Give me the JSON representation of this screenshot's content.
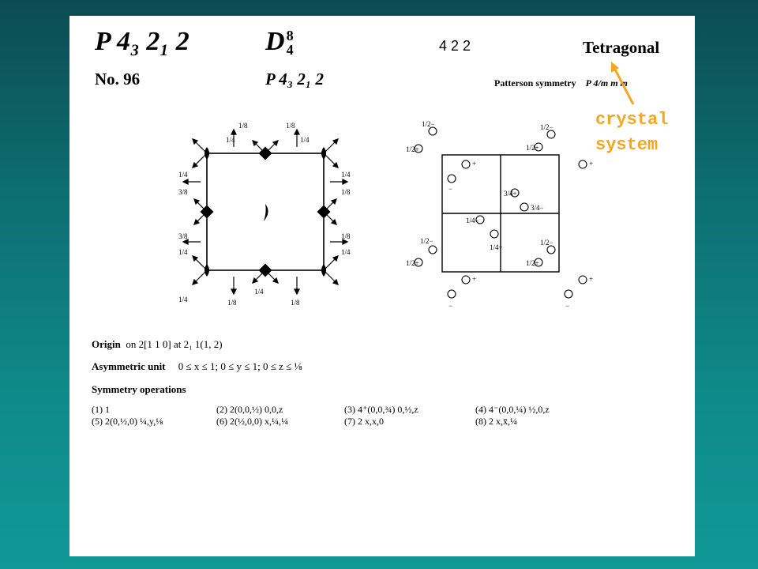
{
  "header": {
    "hm_symbol": "P 4₃ 2₁ 2",
    "schoenflies": "D",
    "schoenflies_sup": "8",
    "schoenflies_sub": "4",
    "point_group": "4 2 2",
    "crystal_system": "Tetragonal",
    "number": "No. 96",
    "full_symbol": "P 4₃ 2₁ 2",
    "patterson_label": "Patterson symmetry",
    "patterson_value": "P 4/m m m"
  },
  "annotation": {
    "line1": "crystal",
    "line2": "system",
    "color": "#f5a623"
  },
  "diagram_left": {
    "labels": {
      "top1": "1/4",
      "top2": "1/8",
      "top3": "1/8",
      "top4": "1/4",
      "left1": "1/4",
      "left2": "3/8",
      "left3": "3/8",
      "left4": "1/4",
      "right1": "1/4",
      "right2": "1/8",
      "right3": "1/8",
      "right4": "1/4",
      "bot1": "1/4",
      "bot2": "1/8",
      "bot3": "1/4",
      "bot4": "1/8"
    }
  },
  "diagram_right": {
    "labels": {
      "a": "1/2−",
      "b": "1/2+",
      "c": "+",
      "d": "−",
      "e": "3/4+",
      "f": "3/4−",
      "g": "1/4−",
      "h": "1/2−",
      "i": "1/4+",
      "j": "1/2+"
    }
  },
  "origin": {
    "label": "Origin",
    "text": "on 2[1 1 0] at 2₁ 1(1, 2)"
  },
  "asymmetric_unit": {
    "label": "Asymmetric unit",
    "text": "0 ≤ x ≤ 1;   0 ≤ y ≤ 1;   0 ≤ z ≤ ⅛"
  },
  "symmetry_operations": {
    "label": "Symmetry operations",
    "row1": [
      "(1)  1",
      "(2)  2(0,0,½)   0,0,z",
      "(3)  4⁺(0,0,¾)   0,½,z",
      "(4)  4⁻(0,0,¼)   ½,0,z"
    ],
    "row2": [
      "(5)  2(0,½,0)   ¼,y,⅛",
      "(6)  2(½,0,0)   x,¼,¼",
      "(7)  2   x,x,0",
      "(8)  2   x,x̄,¼"
    ]
  }
}
